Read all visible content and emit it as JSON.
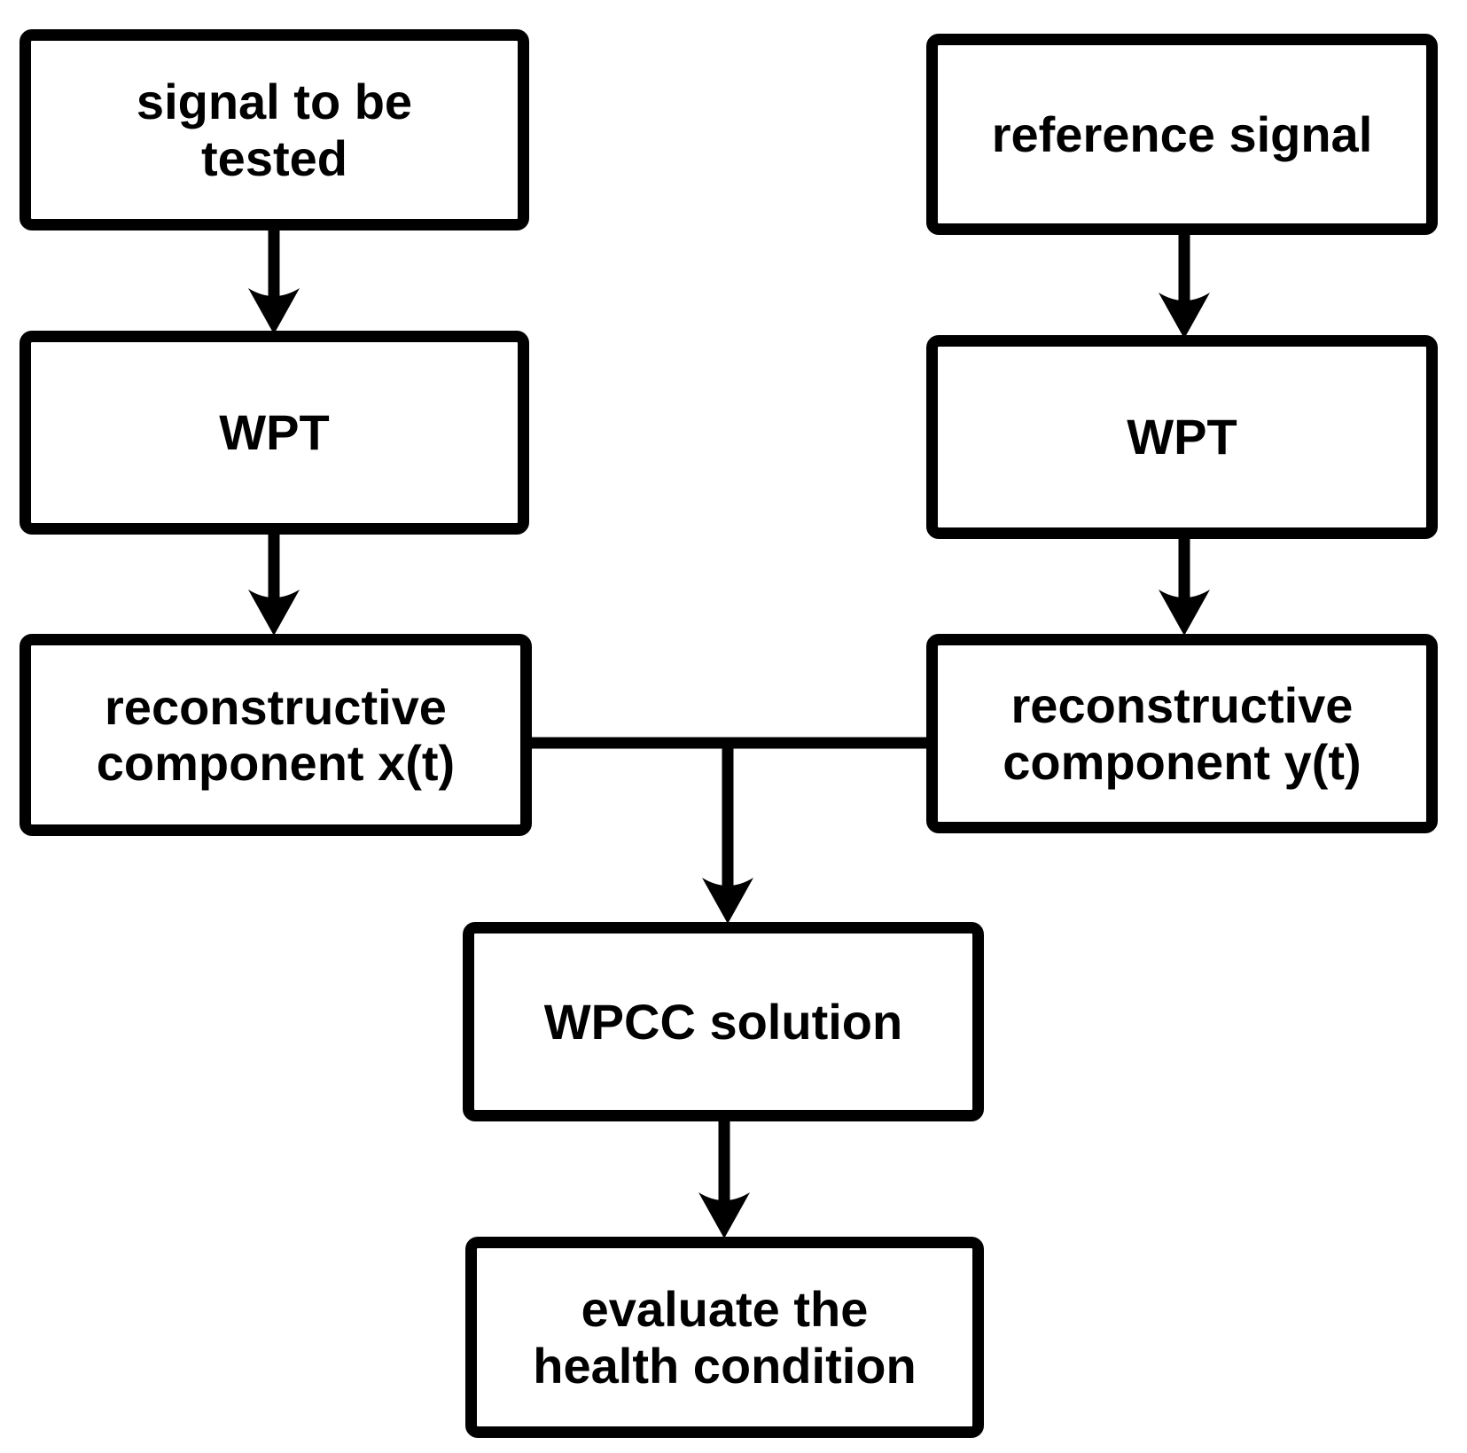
{
  "diagram": {
    "title": "WPCC health evaluation flowchart",
    "colors": {
      "background": "#ffffff",
      "line": "#000000",
      "box_fill": "#ffffff",
      "text": "#000000"
    },
    "nodes": [
      {
        "id": "signal-to-be-tested",
        "label": "signal to be\ntested"
      },
      {
        "id": "reference-signal",
        "label": "reference signal"
      },
      {
        "id": "wpt-left",
        "label": "WPT"
      },
      {
        "id": "wpt-right",
        "label": "WPT"
      },
      {
        "id": "reconstructive-component-xt",
        "label": "reconstructive\ncomponent x(t)"
      },
      {
        "id": "reconstructive-component-yt",
        "label": "reconstructive\ncomponent y(t)"
      },
      {
        "id": "wpcc-solution",
        "label": "WPCC solution"
      },
      {
        "id": "evaluate-health-condition",
        "label": "evaluate the\nhealth condition"
      }
    ],
    "edges": [
      {
        "from": "signal-to-be-tested",
        "to": "wpt-left",
        "type": "arrow"
      },
      {
        "from": "reference-signal",
        "to": "wpt-right",
        "type": "arrow"
      },
      {
        "from": "wpt-left",
        "to": "reconstructive-component-xt",
        "type": "arrow"
      },
      {
        "from": "wpt-right",
        "to": "reconstructive-component-yt",
        "type": "arrow"
      },
      {
        "from": "reconstructive-component-xt",
        "to": "wpcc-solution",
        "type": "join-arrow"
      },
      {
        "from": "reconstructive-component-yt",
        "to": "wpcc-solution",
        "type": "join-arrow"
      },
      {
        "from": "wpcc-solution",
        "to": "evaluate-health-condition",
        "type": "arrow"
      }
    ]
  }
}
